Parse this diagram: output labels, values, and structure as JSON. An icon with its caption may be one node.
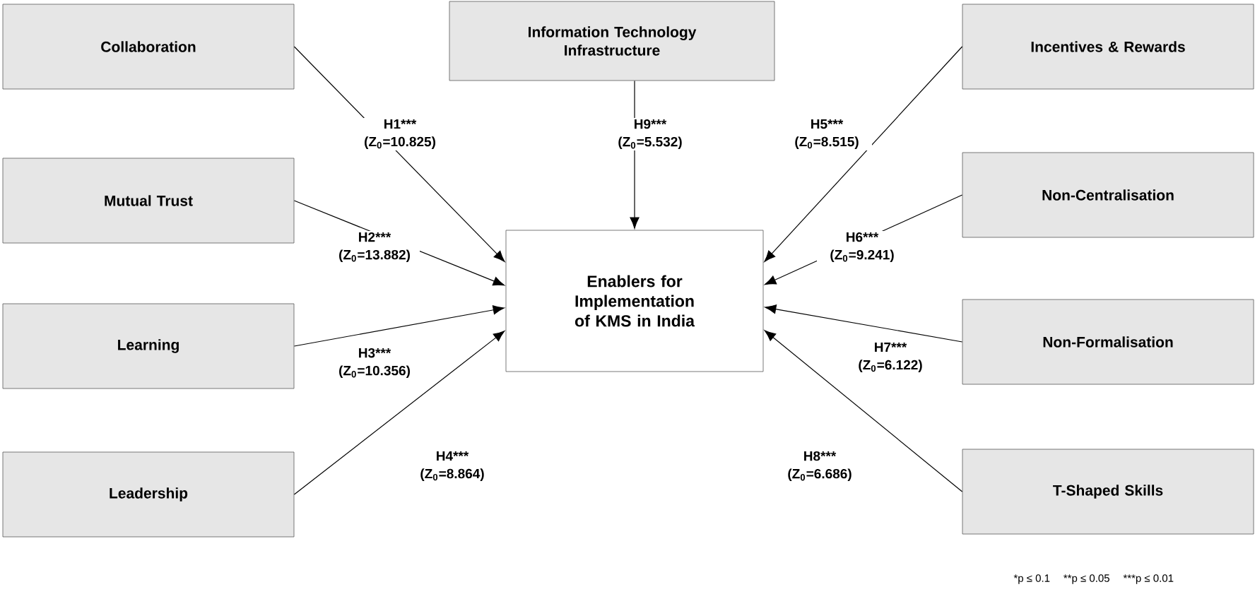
{
  "diagram": {
    "nodes": [
      {
        "text": [
          "Collaboration"
        ]
      },
      {
        "text": [
          "Information Technology Infrastructure"
        ]
      },
      {
        "text": [
          "Incentives & Rewards"
        ]
      },
      {
        "text": [
          "Mutual Trust"
        ]
      },
      {
        "text": [
          "Non-Centralisation"
        ]
      },
      {
        "text": [
          "Enablers for Implementation of KMS in India"
        ]
      },
      {
        "text": [
          "Learning"
        ]
      },
      {
        "text": [
          "Non-Formalisation"
        ]
      },
      {
        "text": [
          "Leadership"
        ]
      },
      {
        "text": [
          "T-Shaped Skills"
        ]
      }
    ],
    "edges": [
      {
        "from": 0,
        "to": 5,
        "arrow": "to",
        "label": "H1*** (Z$_{0}$=10.825)"
      },
      {
        "from": 3,
        "to": 5,
        "arrow": "to",
        "label": "H2*** (Z$_{0}$=13.882)"
      },
      {
        "from": 6,
        "to": 5,
        "arrow": "to",
        "label": "H3*** (Z$_{0}$=10.356)"
      },
      {
        "from": 8,
        "to": 5,
        "arrow": "to",
        "label": "H4*** (Z$_{0}$=8.864)"
      },
      {
        "from": 2,
        "to": 5,
        "arrow": "to",
        "label": "H5*** (Z$_{0}$=8.515)"
      },
      {
        "from": 4,
        "to": 5,
        "arrow": "to",
        "label": "H6*** (Z$_{0}$=9.241)"
      },
      {
        "from": 7,
        "to": 5,
        "arrow": "to",
        "label": "H7*** (Z$_{0}$=6.122)"
      },
      {
        "from": 9,
        "to": 5,
        "arrow": "to",
        "label": "H8*** (Z$_{0}$=6.686)"
      },
      {
        "from": 1,
        "to": 5,
        "arrow": "to",
        "label": "H9*** (Z$_{0}$=5.532)"
      }
    ],
    "labels": [
      "*p ≤ 0.1",
      "**p ≤ 0.05",
      "***p ≤ 0.01"
    ]
  }
}
